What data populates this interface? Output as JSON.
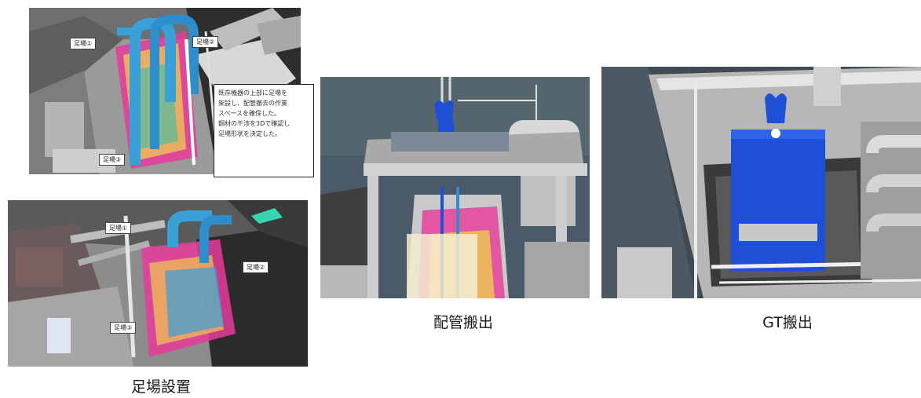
{
  "captions": {
    "scaffold": "足場設置",
    "piping": "配管搬出",
    "gt": "GT搬出"
  },
  "scene_tags": {
    "top_left_1": "足場①",
    "top_right_1": "足場②",
    "top_bottom_1": "足場③",
    "lower_top": "足場①",
    "lower_right": "足場②",
    "lower_bottom": "足場③"
  },
  "note_text": "既存機器の上部に足場を\n架設し、配管撤去の作業\nスペースを確保した。\n鋼材の干渉を3Dで確認し\n足場形状を決定した。",
  "colors": {
    "pipe_blue": "#3aa0d8",
    "equipment_blue": "#1f4fd6",
    "scaffold_magenta": "#e83a9a",
    "scaffold_yellow": "#f2d64a",
    "steel_grey": "#c9c9c9",
    "sky": "#4a5a68"
  }
}
